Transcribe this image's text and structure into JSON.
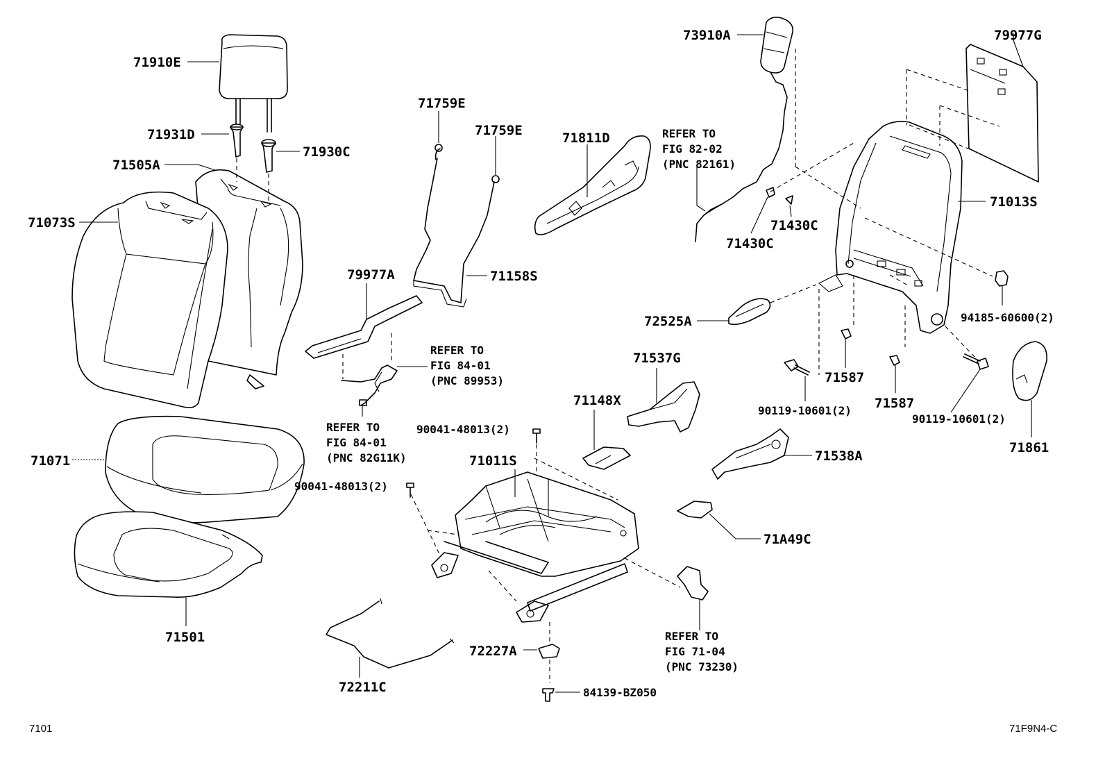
{
  "labels": {
    "p71910E": "71910E",
    "p71931D": "71931D",
    "p71930C": "71930C",
    "p71505A": "71505A",
    "p71073S": "71073S",
    "p71071": "71071",
    "p71501": "71501",
    "p71759E_a": "71759E",
    "p71759E_b": "71759E",
    "p79977A": "79977A",
    "p71158S": "71158S",
    "p71811D": "71811D",
    "p73910A": "73910A",
    "p79977G": "79977G",
    "p71013S": "71013S",
    "p71430C_a": "71430C",
    "p71430C_b": "71430C",
    "p72525A": "72525A",
    "p94185": "94185-60600(2)",
    "p71537G": "71537G",
    "p71148X": "71148X",
    "p90119_a": "90119-10601(2)",
    "p90119_b": "90119-10601(2)",
    "p71587_a": "71587",
    "p71587_b": "71587",
    "p71861": "71861",
    "p71538A": "71538A",
    "p90041_a": "90041-48013(2)",
    "p90041_b": "90041-48013(2)",
    "p71011S": "71011S",
    "p71A49C": "71A49C",
    "p72227A": "72227A",
    "p72211C": "72211C",
    "p84139": "84139-BZ050"
  },
  "refs": {
    "ref_82_02": [
      "REFER TO",
      "FIG 82-02",
      "(PNC 82161)"
    ],
    "ref_84_01_a": [
      "REFER TO",
      "FIG 84-01",
      "(PNC 89953)"
    ],
    "ref_84_01_b": [
      "REFER TO",
      "FIG 84-01",
      "(PNC 82G11K)"
    ],
    "ref_71_04": [
      "REFER TO",
      "FIG 71-04",
      "(PNC 73230)"
    ]
  },
  "footer": {
    "figure_number": "7101",
    "illustration_code": "71F9N4-C"
  }
}
